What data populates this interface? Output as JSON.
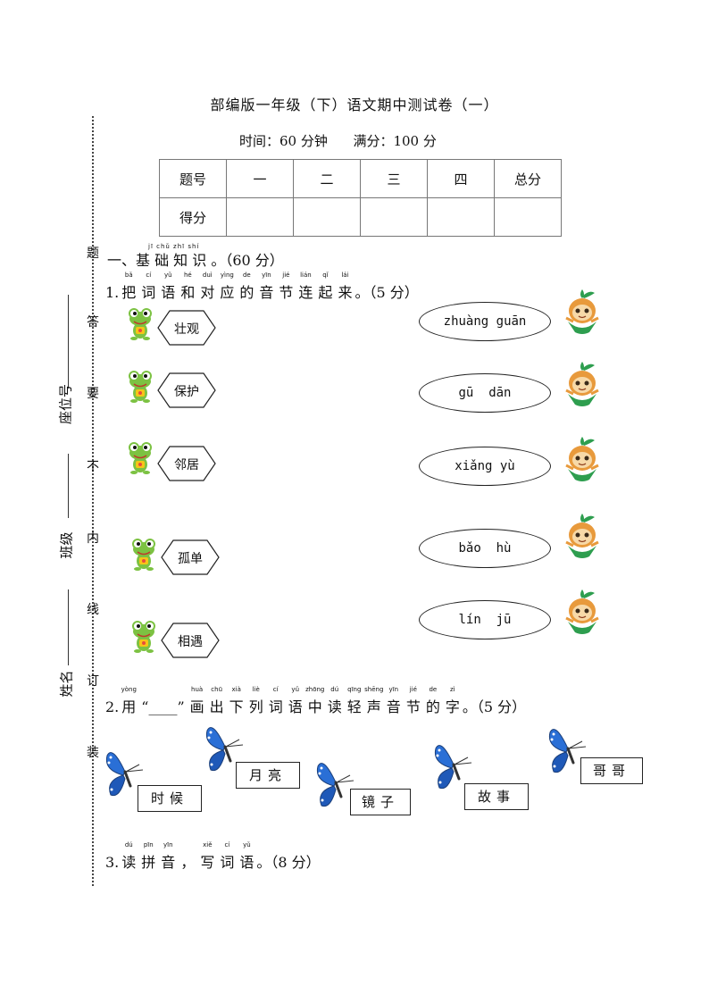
{
  "header": {
    "title": "部编版一年级（下）语文期中测试卷（一）",
    "time_line": "时间：60 分钟      满分：100 分"
  },
  "score_table": {
    "headers": [
      "题号",
      "一",
      "二",
      "三",
      "四",
      "总分"
    ],
    "row_label": "得分"
  },
  "binding_margin": {
    "chars": [
      "题",
      "答",
      "要",
      "不",
      "内",
      "线",
      "订",
      "装"
    ],
    "fields": [
      "座位号",
      "班级",
      "姓名"
    ]
  },
  "section1": {
    "title": "一、基 础 知 识 。（60 分）",
    "title_pinyin": "jī chǔ zhī shí"
  },
  "q1": {
    "number": "1.",
    "text_chars": [
      {
        "c": "把",
        "p": "bǎ"
      },
      {
        "c": "词",
        "p": "cí"
      },
      {
        "c": "语",
        "p": "yǔ"
      },
      {
        "c": "和",
        "p": "hé"
      },
      {
        "c": "对",
        "p": "duì"
      },
      {
        "c": "应",
        "p": "yìng"
      },
      {
        "c": "的",
        "p": "de"
      },
      {
        "c": "音",
        "p": "yīn"
      },
      {
        "c": "节",
        "p": "jié"
      },
      {
        "c": "连",
        "p": "lián"
      },
      {
        "c": "起",
        "p": "qǐ"
      },
      {
        "c": "来",
        "p": "lái"
      }
    ],
    "suffix": "。（5 分）",
    "words": [
      "壮观",
      "保护",
      "邻居",
      "孤单",
      "相遇"
    ],
    "pinyins": [
      "zhuàng guān",
      "gū  dān",
      "xiǎng yù",
      "bǎo  hù",
      "lín  jū"
    ]
  },
  "q2": {
    "number": "2.",
    "text_chars": [
      {
        "c": "用",
        "p": "yòng"
      },
      {
        "c": "“____”",
        "p": ""
      },
      {
        "c": "画",
        "p": "huà"
      },
      {
        "c": "出",
        "p": "chū"
      },
      {
        "c": "下",
        "p": "xià"
      },
      {
        "c": "列",
        "p": "liè"
      },
      {
        "c": "词",
        "p": "cí"
      },
      {
        "c": "语",
        "p": "yǔ"
      },
      {
        "c": "中",
        "p": "zhōng"
      },
      {
        "c": "读",
        "p": "dú"
      },
      {
        "c": "轻",
        "p": "qīng"
      },
      {
        "c": "声",
        "p": "shēng"
      },
      {
        "c": "音",
        "p": "yīn"
      },
      {
        "c": "节",
        "p": "jié"
      },
      {
        "c": "的",
        "p": "de"
      },
      {
        "c": "字",
        "p": "zì"
      }
    ],
    "suffix": "。（5 分）",
    "words": [
      "时候",
      "月亮",
      "镜子",
      "故事",
      "哥哥"
    ]
  },
  "q3": {
    "number": "3.",
    "text_chars": [
      {
        "c": "读",
        "p": "dú"
      },
      {
        "c": "拼",
        "p": "pīn"
      },
      {
        "c": "音",
        "p": "yīn"
      },
      {
        "c": "，",
        "p": ""
      },
      {
        "c": "写",
        "p": "xiě"
      },
      {
        "c": "词",
        "p": "cí"
      },
      {
        "c": "语",
        "p": "yǔ"
      }
    ],
    "suffix": "。（8 分）"
  },
  "colors": {
    "frog_green": "#7cc242",
    "butterfly_blue": "#2a6fd6",
    "onion_orange": "#e89a3c",
    "leaf_green": "#2e9e4f"
  }
}
